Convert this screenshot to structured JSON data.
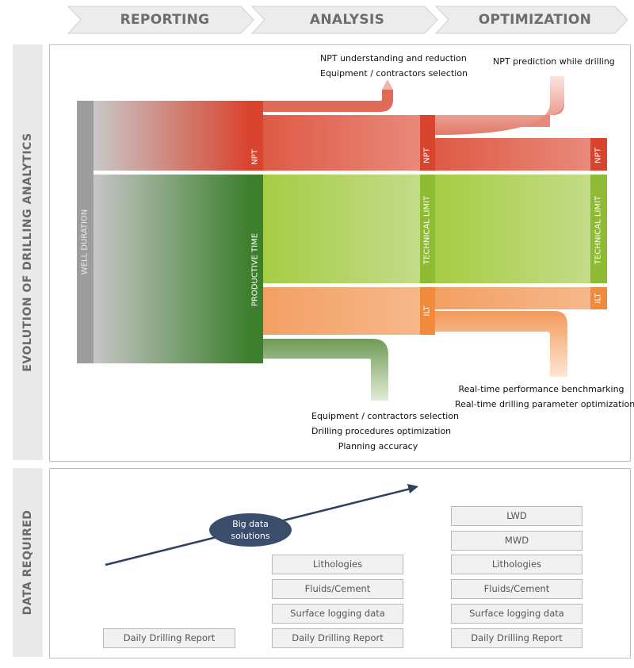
{
  "stages": [
    "REPORTING",
    "ANALYSIS",
    "OPTIMIZATION"
  ],
  "side_labels": {
    "evolution": "EVOLUTION OF DRILLING ANALYTICS",
    "data_required": "DATA REQUIRED"
  },
  "bars": {
    "well_duration": "WELL DURATION",
    "npt_1": "NPT",
    "productive_time": "PRODUCTIVE TIME",
    "npt_2": "NPT",
    "technical_limit_1": "TECHNICAL LIMIT",
    "ilt_1": "ILT",
    "npt_3": "NPT",
    "technical_limit_2": "TECHNICAL LIMIT",
    "ilt_2": "ILT"
  },
  "notes": {
    "npt_analysis": [
      "NPT understanding and reduction",
      "Equipment / contractors selection"
    ],
    "npt_prediction": [
      "NPT prediction while drilling"
    ],
    "realtime": [
      "Real-time performance benchmarking",
      "Real-time drilling parameter optimization"
    ],
    "analysis_bottom": [
      "Equipment / contractors selection",
      "Drilling procedures optimization",
      "Planning accuracy"
    ]
  },
  "big_data": [
    "Big data",
    "solutions"
  ],
  "data_columns": {
    "reporting": [
      "Daily Drilling Report"
    ],
    "analysis": [
      "Lithologies",
      "Fluids/Cement",
      "Surface logging data",
      "Daily Drilling Report"
    ],
    "optimization": [
      "LWD",
      "MWD",
      "Lithologies",
      "Fluids/Cement",
      "Surface logging data",
      "Daily Drilling Report"
    ]
  },
  "colors": {
    "red": "#d9442f",
    "green": "#3e7f2e",
    "light_green": "#9cc43c",
    "orange": "#f08a3c",
    "gray": "#9d9d9d",
    "navy": "#3a4d6a"
  }
}
